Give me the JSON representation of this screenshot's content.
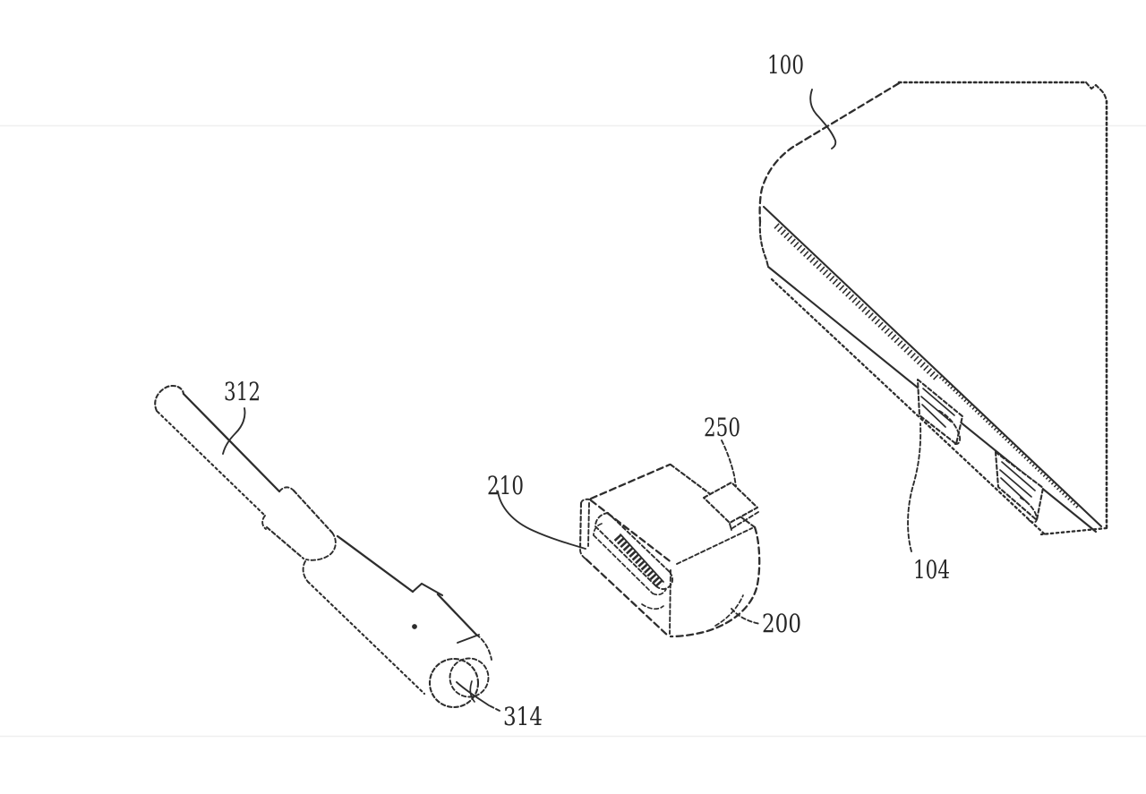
{
  "figure": {
    "background_color": "#ffffff",
    "line_color": "#2d2d2d",
    "labels": {
      "device": "100",
      "device_port": "104",
      "adapter_body": "200",
      "adapter_opening": "210",
      "adapter_tab": "250",
      "cable_connector": "312",
      "connector_tip": "314"
    }
  }
}
